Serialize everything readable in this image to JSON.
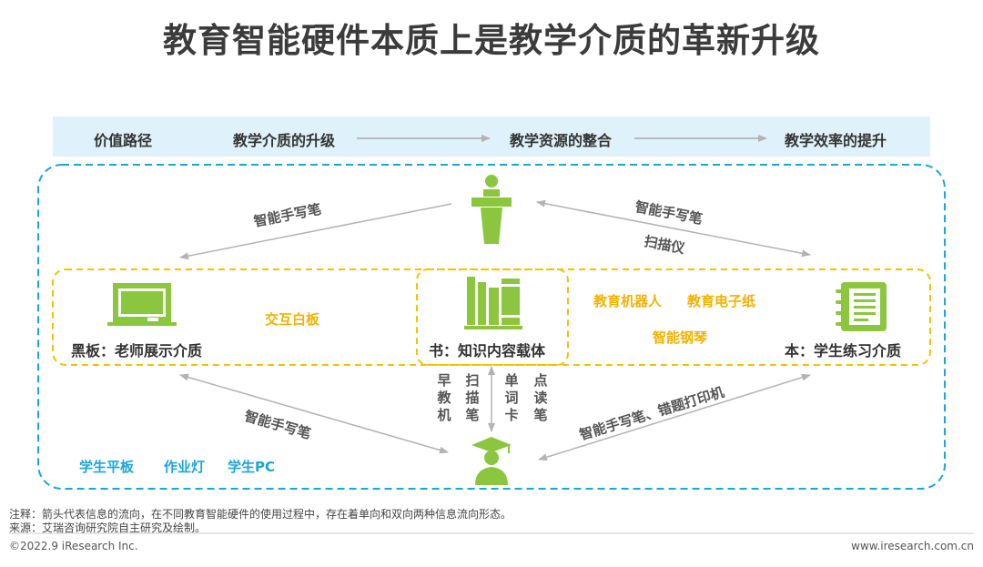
{
  "title": "教育智能硬件本质上是教学介质的革新升级",
  "band": {
    "label": "价值路径",
    "step1": "教学介质的升级",
    "step2": "教学资源的整合",
    "step3": "教学效率的提升"
  },
  "nodes": {
    "blackboard": "黑板：老师展示介质",
    "book": "书：知识内容载体",
    "notebook": "本：学生练习介质"
  },
  "arrows": {
    "teacher_left": "智能手写笔",
    "teacher_right_1": "智能手写笔",
    "teacher_right_2": "扫描仪",
    "student_left": "智能手写笔",
    "student_right": "智能手写笔、错题打印机"
  },
  "vertical_devices": [
    "早教机",
    "扫描笔",
    "单词卡",
    "点读笔"
  ],
  "yellow_devices": {
    "interactive_board": "交互白板",
    "robot": "教育机器人",
    "epaper": "教育电子纸",
    "piano": "智能钢琴"
  },
  "cyan_devices": {
    "tablet": "学生平板",
    "lamp": "作业灯",
    "pc": "学生PC"
  },
  "footer": {
    "note": "注释：箭头代表信息的流向，在不同教育智能硬件的使用过程中，存在着单向和双向两种信息流向形态。",
    "source": "来源：艾瑞咨询研究院自主研究及绘制。",
    "copyright": "©2022.9 iResearch Inc.",
    "website": "www.iresearch.com.cn"
  },
  "colors": {
    "green": "#8cc63f",
    "yellow": "#f2b200",
    "cyan": "#1aa6d8",
    "band_bg": "#dff1fa",
    "arrow_gray": "#b3b3b3"
  }
}
